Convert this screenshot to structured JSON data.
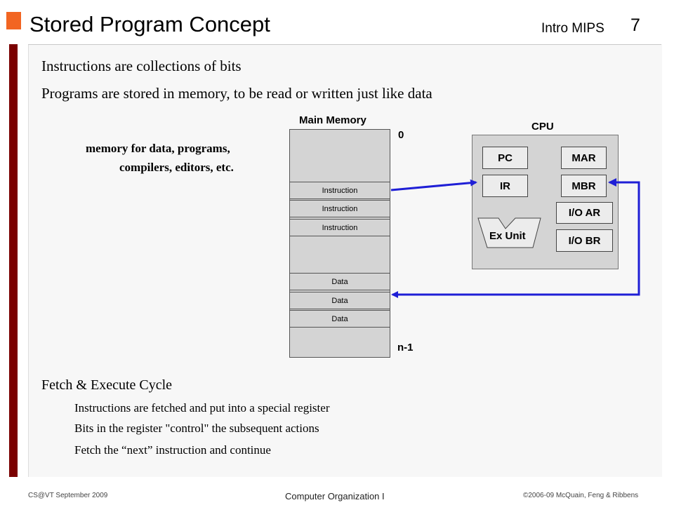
{
  "header": {
    "title": "Stored Program Concept",
    "course": "Intro MIPS",
    "slide_number": "7"
  },
  "bullets": {
    "b1": "Instructions are collections of bits",
    "b2": "Programs are stored in memory, to be read or written just like data",
    "fetch_title": "Fetch & Execute Cycle",
    "sub": [
      "Instructions are fetched and put into a special register",
      "Bits in the register  \"control\" the subsequent actions",
      "Fetch the “next” instruction and continue"
    ]
  },
  "diagram": {
    "main_memory_label": "Main Memory",
    "addr_top": "0",
    "addr_bottom": "n-1",
    "memory_note_line1": "memory  for  data,  programs,",
    "memory_note_line2": "compilers,  editors,  etc.",
    "instruction_cells": [
      "Instruction",
      "Instruction",
      "Instruction"
    ],
    "data_cells": [
      "Data",
      "Data",
      "Data"
    ],
    "cpu_label": "CPU",
    "registers": {
      "pc": "PC",
      "mar": "MAR",
      "ir": "IR",
      "mbr": "MBR",
      "io_ar": "I/O AR",
      "io_br": "I/O BR"
    },
    "ex_unit": "Ex Unit",
    "arrow_color": "#1f1fd6"
  },
  "footer": {
    "left": "CS@VT September 2009",
    "center": "Computer Organization I",
    "right": "©2006-09  McQuain, Feng & Ribbens"
  },
  "colors": {
    "accent_orange": "#f26522",
    "left_bar": "#7a0000"
  }
}
